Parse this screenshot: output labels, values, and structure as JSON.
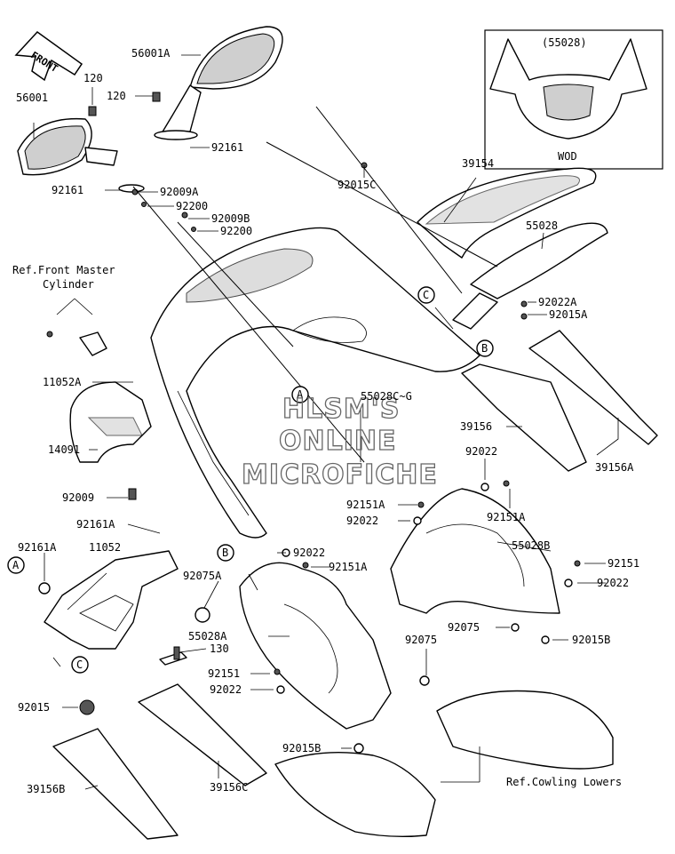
{
  "labels": {
    "p56001A": "56001A",
    "p120a": "120",
    "p120b": "120",
    "p56001": "56001",
    "p92161a": "92161",
    "p92161b": "92161",
    "p92009A": "92009A",
    "p92200a": "92200",
    "p92009B": "92009B",
    "p92200b": "92200",
    "p92015C": "92015C",
    "p39154": "39154",
    "p55028": "55028",
    "p92022A": "92022A",
    "p92015A": "92015A",
    "ref_fmc_1": "Ref.Front Master",
    "ref_fmc_2": "Cylinder",
    "p11052A": "11052A",
    "p14091": "14091",
    "p92009": "92009",
    "p55028CG": "55028C~G",
    "p39156": "39156",
    "p39156A": "39156A",
    "p92022a": "92022",
    "p92151Aa": "92151A",
    "p92022b": "92022",
    "p92151Ab": "92151A",
    "p92161A": "92161A",
    "p92161A_2": "92161A",
    "p11052": "11052",
    "p92075A": "92075A",
    "p92022c": "92022",
    "p92151Ac": "92151A",
    "p55028B": "55028B",
    "p92151a": "92151",
    "p92022d": "92022",
    "p130": "130",
    "p55028A": "55028A",
    "p92075": "92075",
    "p92075b": "92075",
    "p92015B": "92015B",
    "p92151b": "92151",
    "p92022e": "92022",
    "p92015": "92015",
    "p92015Bb": "92015B",
    "p39156B": "39156B",
    "p39156C": "39156C",
    "ref_cowl": "Ref.Cowling Lowers"
  },
  "callouts": {
    "A1": "A",
    "A2": "A",
    "B1": "B",
    "B2": "B",
    "C1": "C",
    "C2": "C"
  },
  "inset": {
    "part": "(55028)",
    "variant": "WOD"
  },
  "front_arrow": "FRONT",
  "watermark": {
    "line1": "HLSM'S",
    "line2": "ONLINE",
    "line3": "MICROFICHE"
  }
}
